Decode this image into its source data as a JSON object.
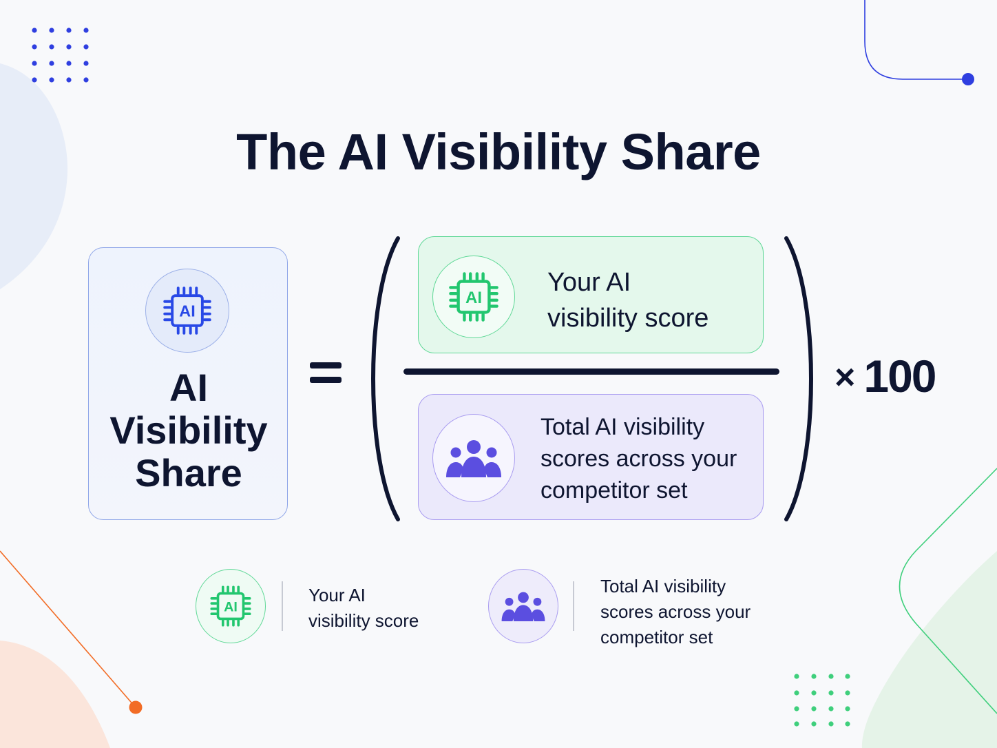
{
  "title": "The AI Visibility Share",
  "lhs": {
    "icon": "ai-chip-icon",
    "label_line1": "AI",
    "label_line2": "Visibility",
    "label_line3": "Share"
  },
  "operator": "=",
  "numerator": {
    "icon": "ai-chip-icon",
    "line1": "Your AI",
    "line2": "visibility score"
  },
  "denominator": {
    "icon": "group-people-icon",
    "line1": "Total AI visibility",
    "line2": "scores across your",
    "line3": "competitor set"
  },
  "multiplier": {
    "symbol": "×",
    "value": "100"
  },
  "legend": [
    {
      "icon": "ai-chip-icon",
      "line1": "Your AI",
      "line2": "visibility score"
    },
    {
      "icon": "group-people-icon",
      "line1": "Total AI visibility",
      "line2": "scores across your",
      "line3": "competitor set"
    }
  ],
  "colors": {
    "blue": "#2848e6",
    "green": "#22c66f",
    "purple": "#5b4ee0",
    "orange": "#f26c25",
    "ink": "#0e1530"
  }
}
